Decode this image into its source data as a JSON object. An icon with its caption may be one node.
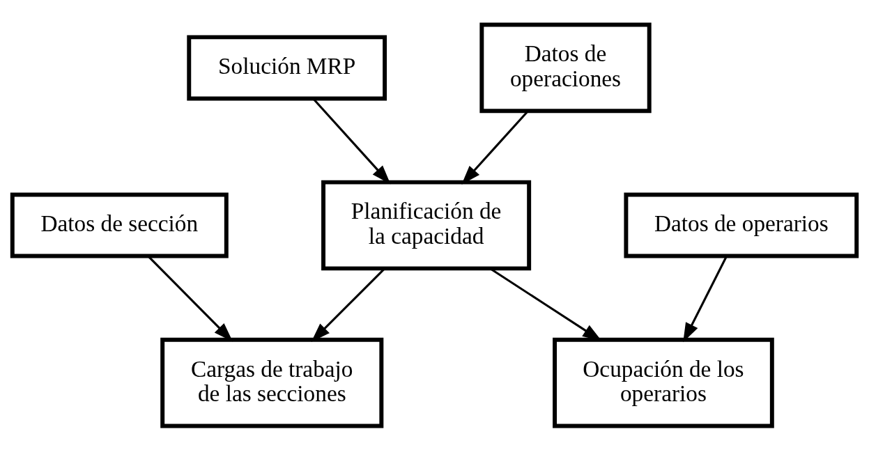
{
  "diagram": {
    "nodes": [
      {
        "text": [
          "Solución MRP"
        ]
      },
      {
        "text": [
          "Datos de operaciones"
        ]
      },
      {
        "text": [
          "Planificación de la capacidad"
        ]
      },
      {
        "text": [
          "Datos de sección"
        ]
      },
      {
        "text": [
          "Datos de operarios"
        ]
      },
      {
        "text": [
          "Cargas de trabajo de las secciones"
        ]
      },
      {
        "text": [
          "Ocupación de los operarios"
        ]
      }
    ],
    "edges": [
      {
        "from": 0,
        "to": 2,
        "arrow": "to"
      },
      {
        "from": 1,
        "to": 2,
        "arrow": "to"
      },
      {
        "from": 2,
        "to": 5,
        "arrow": "to"
      },
      {
        "from": 3,
        "to": 5,
        "arrow": "to"
      },
      {
        "from": 2,
        "to": 6,
        "arrow": "to"
      },
      {
        "from": 4,
        "to": 6,
        "arrow": "to"
      }
    ]
  }
}
